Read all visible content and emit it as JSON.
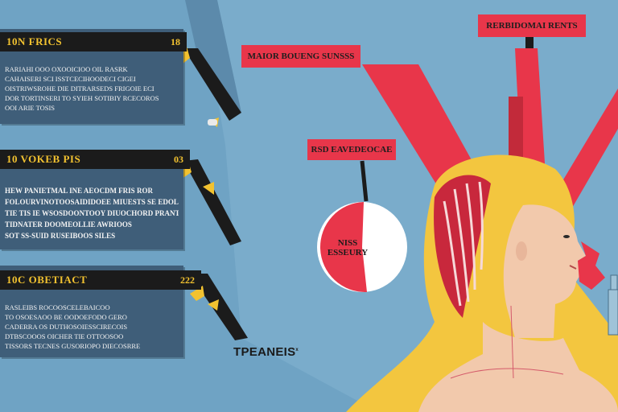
{
  "panels": [
    {
      "title": "10N FRICS",
      "number": "18",
      "lines": [
        "RARIAHI OOO OXOOICIOO OIL RASRK",
        "CAHAISERI SCI ISSTCECIHOODECI CIGEI",
        "OISTRIWSROHE DIE DITRARSEDS FRIGOIE ECI",
        "DOR TORTINSERI TO SYIEH SOTIBIY RCECOROS",
        "OOI ARIE TOSIS"
      ]
    },
    {
      "title": "10 VOKEB PIS",
      "number": "03",
      "lines": [
        "HEW PANIETMAL INE AEOCDM FRIS ROR",
        "FOLOURVINOTOOSAIDIDOEE MIUESTS SE EDOLOOR",
        "TIE TIS IE WSOSDOONTOOY DIUOCHORD PRANTO",
        "TIDNATER DOOMEOLLIE AWRIOOS",
        "SOT SS-SUID RUSEIBOOS SILES"
      ]
    },
    {
      "title": "10C OBETIACT",
      "number": "222",
      "lines": [
        "RASLEIBS ROCOOSCELEBAICOO",
        "TO OSOESAOO BE OODOEFODO GERO",
        "CADERRA OS DUTHOSOIESSCIRECOIS",
        "DTBSCOOOS OICHER TIE OTTOOSOO",
        "TISSORS TECNES GUSORIOPO DIECOSRRE"
      ]
    }
  ],
  "labels": {
    "top_right": "RERBIDOMAI RENTS",
    "mid_left": "MAIOR BOUENG SUNSSS",
    "mid_center": "RSD EAVEDEOCAE",
    "pie_line1": "NISS",
    "pie_line2": "ESSEURY"
  },
  "brand": {
    "text": "TPEANEIS",
    "mark": "x"
  },
  "colors": {
    "background": "#6fa3c4",
    "panel": "#3f5e79",
    "accent_red": "#e8364a",
    "accent_yellow": "#f2c230",
    "hair": "#f3c63f"
  },
  "icons": [
    "arrow-pointer-icon",
    "head-profile-illustration",
    "pie-chart-illustration",
    "bottle-icon"
  ]
}
